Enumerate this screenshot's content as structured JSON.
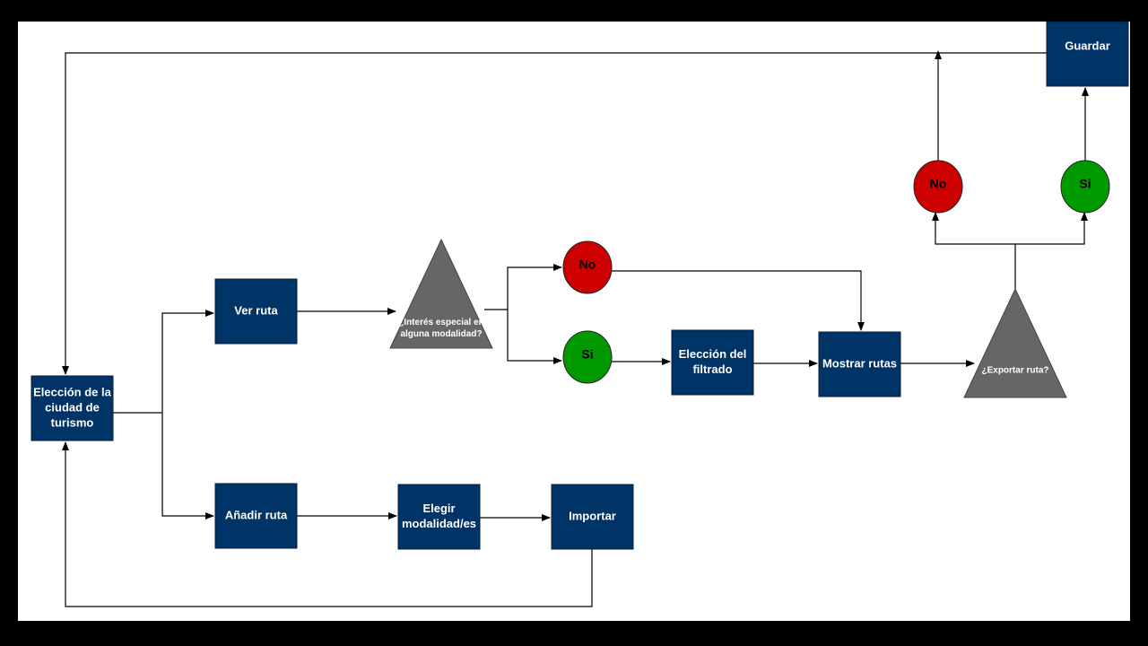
{
  "colors": {
    "background": "#000000",
    "canvas": "#ffffff",
    "box_fill": "#003366",
    "triangle_fill": "#666666",
    "no_fill": "#cc0000",
    "si_fill": "#009900",
    "edge": "#000000"
  },
  "nodes": {
    "eleccion_ciudad": {
      "lines": [
        "Elección de la",
        "ciudad de",
        "turismo"
      ]
    },
    "ver_ruta": {
      "lines": [
        "Ver ruta"
      ]
    },
    "anadir_ruta": {
      "lines": [
        "Añadir ruta"
      ]
    },
    "interes_especial": {
      "lines": [
        "¿Interés especial en",
        "alguna modalidad?"
      ]
    },
    "no_interes": {
      "lines": [
        "No"
      ]
    },
    "si_interes": {
      "lines": [
        "Si"
      ]
    },
    "eleccion_filtrado": {
      "lines": [
        "Elección del",
        "filtrado"
      ]
    },
    "mostrar_rutas": {
      "lines": [
        "Mostrar rutas"
      ]
    },
    "exportar_ruta": {
      "lines": [
        "¿Exportar ruta?"
      ]
    },
    "no_exportar": {
      "lines": [
        "No"
      ]
    },
    "si_exportar": {
      "lines": [
        "Si"
      ]
    },
    "guardar": {
      "lines": [
        "Guardar"
      ]
    },
    "elegir_modalidad": {
      "lines": [
        "Elegir",
        "modalidad/es"
      ]
    },
    "importar": {
      "lines": [
        "Importar"
      ]
    }
  }
}
